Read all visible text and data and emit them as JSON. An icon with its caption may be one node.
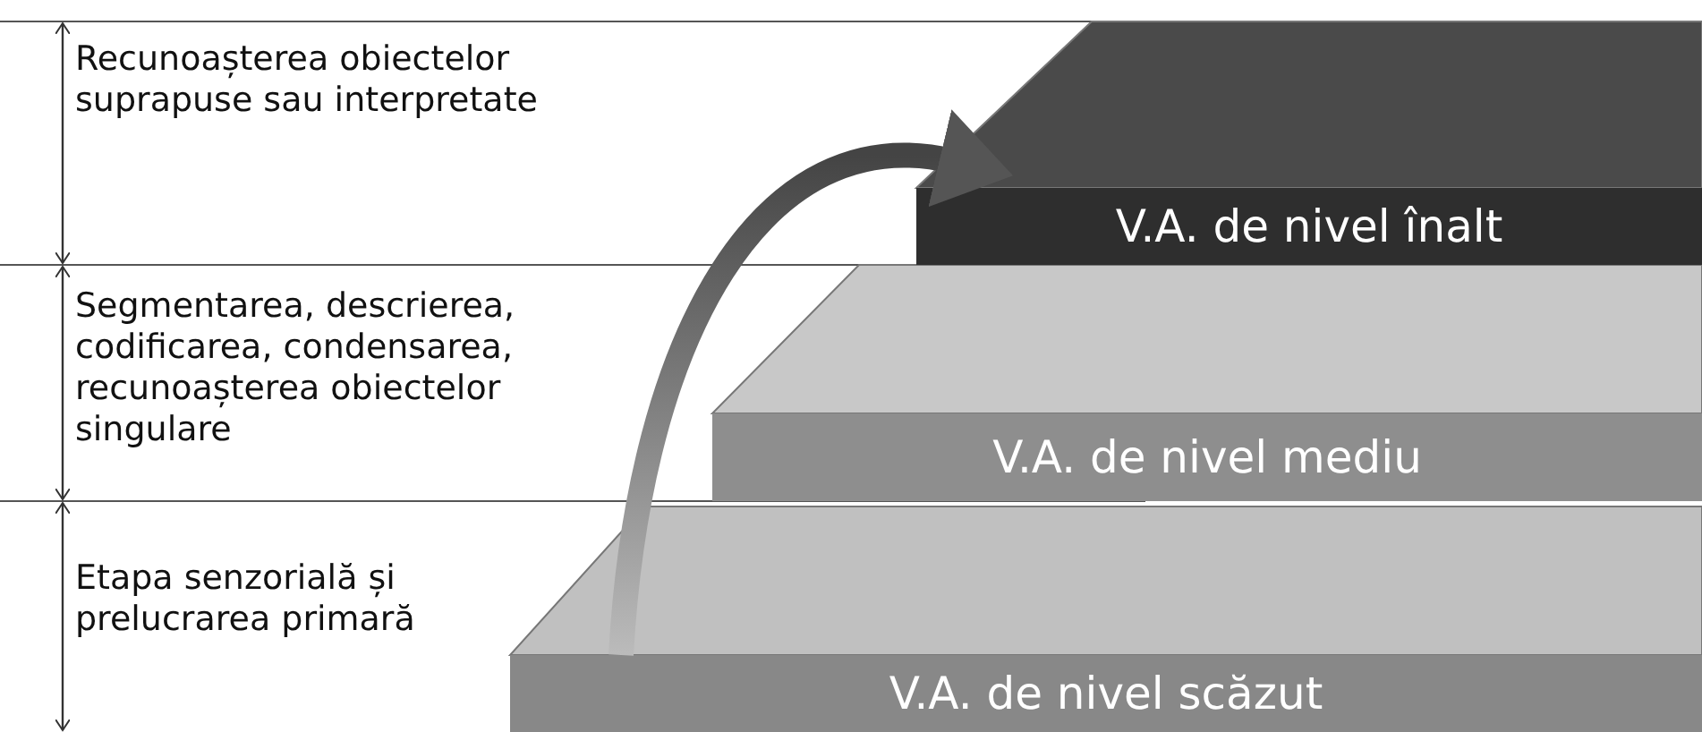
{
  "diagram": {
    "nodes": [
      {
        "text": [
          "V.A. de nivel înalt"
        ]
      },
      {
        "text": [
          "V.A. de nivel mediu"
        ]
      },
      {
        "text": [
          "V.A. de nivel scăzut"
        ]
      }
    ],
    "edges": [
      {
        "from": 2,
        "to": 0,
        "arrow": "to",
        "style": "thick"
      }
    ],
    "labels": [
      "Recunoașterea obiectelor suprapuse sau interpretate",
      "Segmentarea, descrierea, codificarea, condensarea, recunoașterea obiectelor singulare",
      "Etapa senzorială și prelucrarea primară"
    ]
  }
}
